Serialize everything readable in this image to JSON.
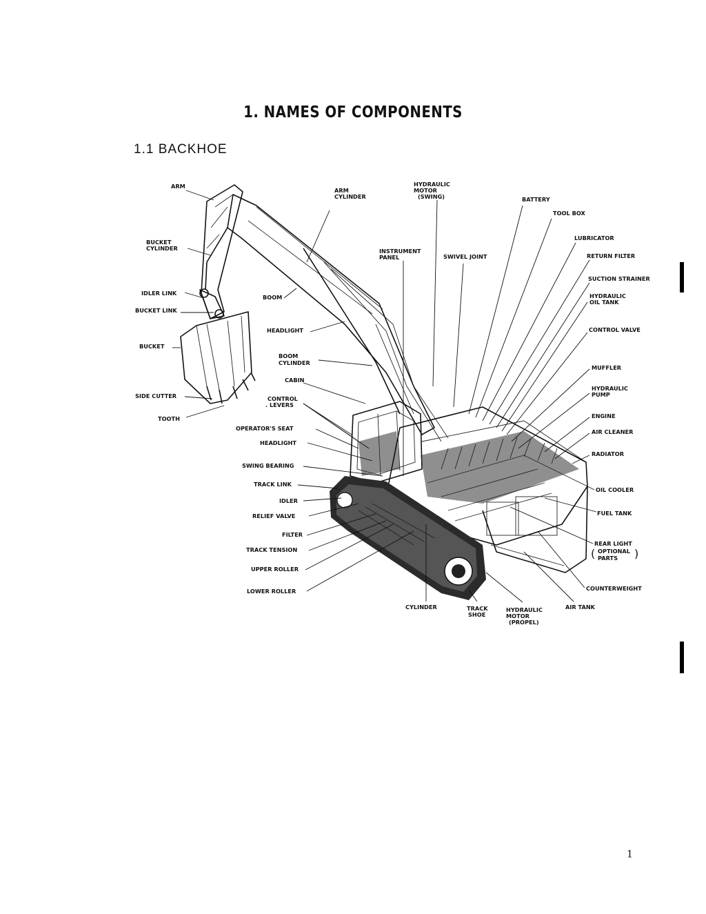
{
  "page": {
    "title": "1.  NAMES OF COMPONENTS",
    "section": "1.1  BACKHOE",
    "page_number": "1"
  },
  "labels": {
    "arm": "ARM",
    "arm_cylinder_1": "ARM",
    "arm_cylinder_2": "CYLINDER",
    "hyd_motor_swing_1": "HYDRAULIC",
    "hyd_motor_swing_2": "MOTOR",
    "hyd_motor_swing_3": "(SWING)",
    "battery": "BATTERY",
    "tool_box": "TOOL BOX",
    "lubricator": "LUBRICATOR",
    "bucket_cylinder_1": "BUCKET",
    "bucket_cylinder_2": "CYLINDER",
    "instrument_panel_1": "INSTRUMENT",
    "instrument_panel_2": "PANEL",
    "swivel_joint": "SWIVEL JOINT",
    "return_filter": "RETURN FILTER",
    "suction_strainer": "SUCTION STRAINER",
    "idler_link": "IDLER LINK",
    "boom": "BOOM",
    "hydraulic_oil_tank_1": "HYDRAULIC",
    "hydraulic_oil_tank_2": "OIL TANK",
    "bucket_link": "BUCKET LINK",
    "headlight_1": "HEADLIGHT",
    "control_valve": "CONTROL VALVE",
    "bucket": "BUCKET",
    "boom_cylinder_1": "BOOM",
    "boom_cylinder_2": "CYLINDER",
    "muffler": "MUFFLER",
    "cabin": "CABIN",
    "hydraulic_pump_1": "HYDRAULIC",
    "hydraulic_pump_2": "PUMP",
    "side_cutter": "SIDE CUTTER",
    "control_levers_1": "CONTROL",
    "control_levers_2": ". LEVERS",
    "tooth": "TOOTH",
    "engine": "ENGINE",
    "air_cleaner": "AIR CLEANER",
    "operators_seat": "OPERATOR'S SEAT",
    "headlight_2": "HEADLIGHT",
    "radiator": "RADIATOR",
    "swing_bearing": "SWING BEARING",
    "track_link": "TRACK LINK",
    "oil_cooler": "OIL COOLER",
    "idler": "IDLER",
    "relief_valve": "RELIEF VALVE",
    "fuel_tank": "FUEL TANK",
    "filter": "FILTER",
    "rear_light_1": "REAR LIGHT",
    "rear_light_2": "OPTIONAL",
    "rear_light_3": "PARTS",
    "track_tension": "TRACK TENSION",
    "upper_roller": "UPPER ROLLER",
    "counterweight": "COUNTERWEIGHT",
    "lower_roller": "LOWER ROLLER",
    "cylinder": "CYLINDER",
    "track_shoe_1": "TRACK",
    "track_shoe_2": "SHOE",
    "hyd_motor_propel_1": "HYDRAULIC",
    "hyd_motor_propel_2": "MOTOR",
    "hyd_motor_propel_3": "(PROPEL)",
    "air_tank": "AIR TANK"
  }
}
